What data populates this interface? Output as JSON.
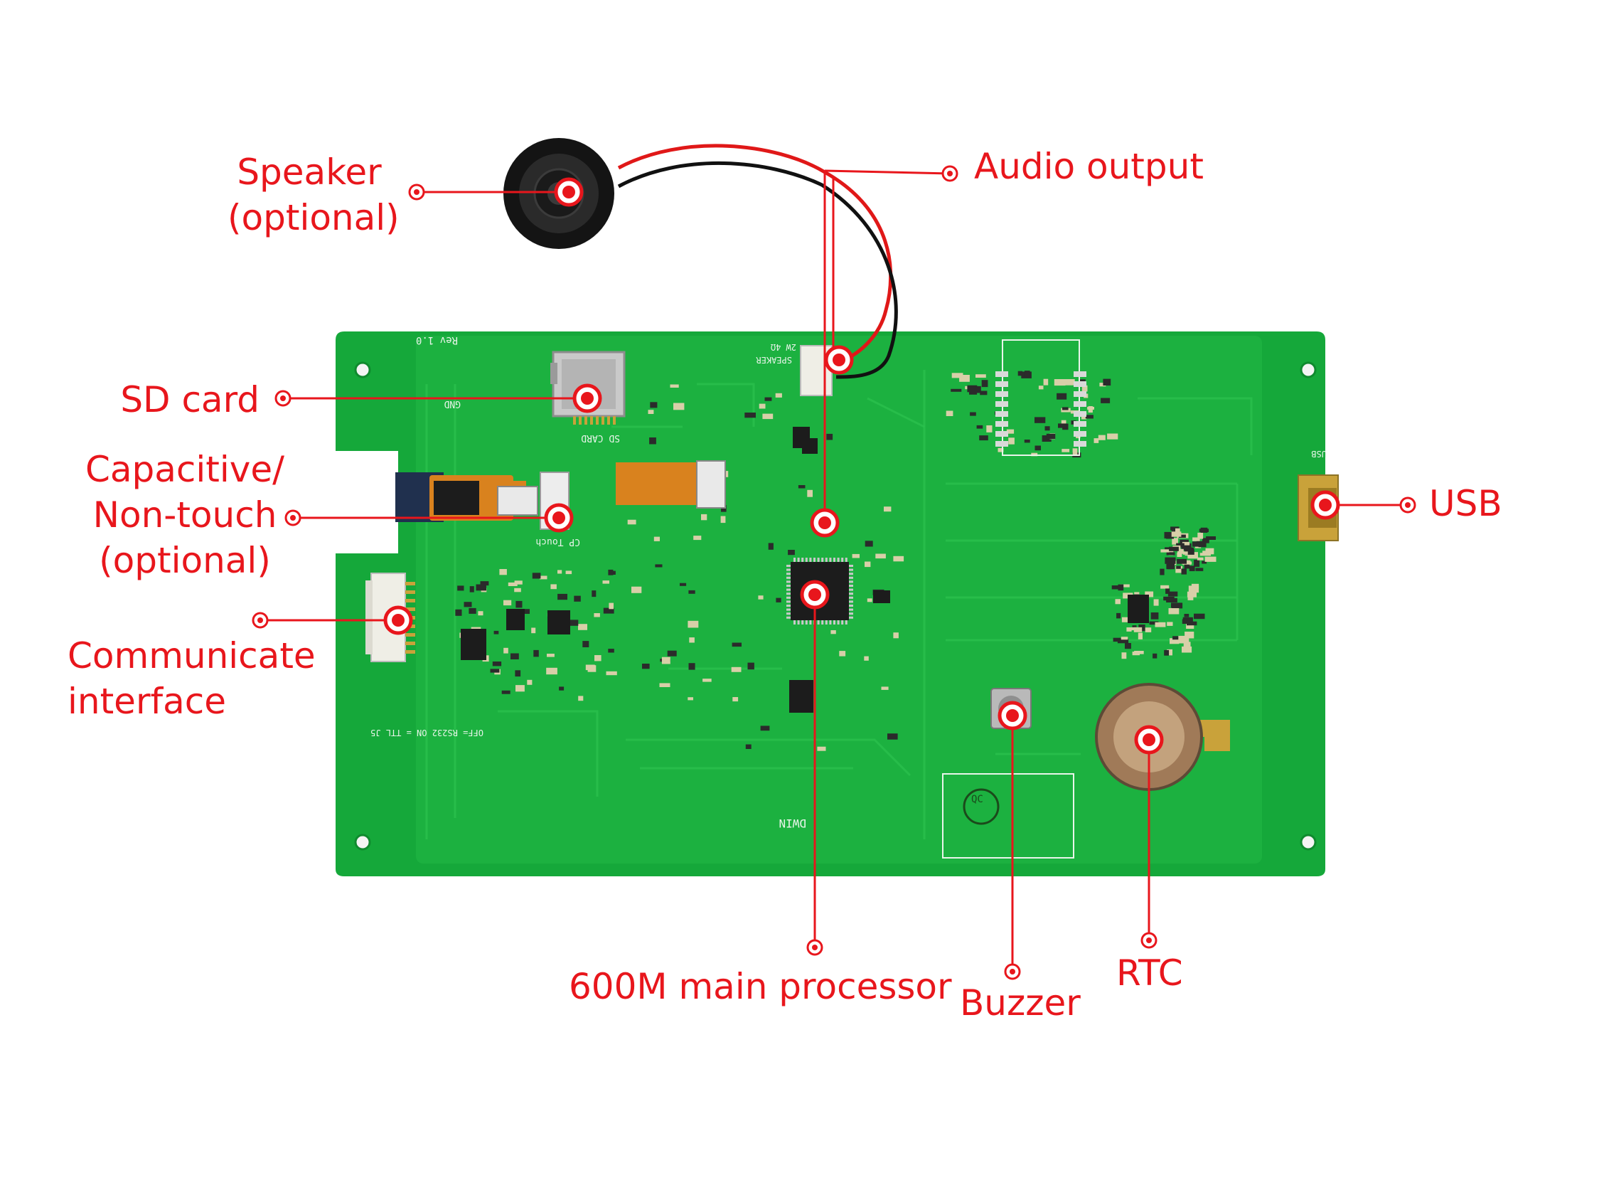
{
  "colors": {
    "callout": "#e8161c",
    "pcb": "#15a83a",
    "pcb_dark": "#0f8a2e",
    "pcb_trace": "#23b846",
    "silk": "#e9f5ea",
    "chip": "#1c1c1c",
    "flex": "#d9821e",
    "gold": "#c9a23a",
    "speaker": "#141414",
    "connector": "#efeee6",
    "battery": "#a07a58"
  },
  "callouts": {
    "speaker": "Speaker\n(optional)",
    "audio_output": "Audio output",
    "sd_card": "SD card",
    "capacitive": "Capacitive/\nNon-touch\n(optional)",
    "communicate": "Communicate\ninterface",
    "usb": "USB",
    "processor": "600M main processor",
    "buzzer": "Buzzer",
    "rtc": "RTC"
  },
  "board_silk": {
    "rev": "Rev 1.0",
    "gnd": "GND",
    "sd_card": "SD CARD",
    "cp_touch": "CP Touch",
    "speaker": "SPEAKER",
    "speaker_spec": "2W 4Ω",
    "usb": "USB",
    "qc": "QC",
    "ttl_rs232": "OFF= RS232\nON = TTL  J5",
    "brand": "DWIN"
  }
}
